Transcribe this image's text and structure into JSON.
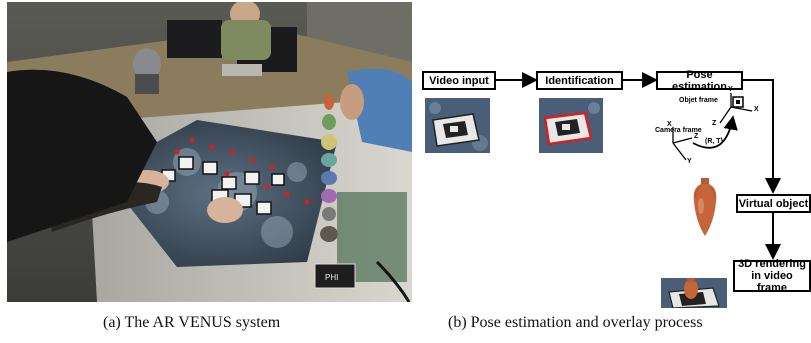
{
  "figure": {
    "left_caption": "(a)  The AR VENUS system",
    "right_caption": "(b)  Pose estimation and overlay process"
  },
  "photo": {
    "monitor_label": "PHI"
  },
  "diagram": {
    "video_input": "Video input",
    "identification": "Identification",
    "pose_estimation": "Pose estimation",
    "virtual_object": "Virtual object",
    "rendering_line1": "3D rendering",
    "rendering_line2": "in video frame",
    "object_frame": "Objet frame",
    "camera_frame": "Camera frame",
    "transform": "(R, T)",
    "axis_x": "X",
    "axis_y": "Y",
    "axis_z": "Z",
    "axis_x2": "X",
    "axis_y2": "Y",
    "axis_z2": "Z"
  },
  "colors": {
    "marker_highlight": "#d42020",
    "amphora": "#c8643a",
    "arrow": "#000000"
  }
}
